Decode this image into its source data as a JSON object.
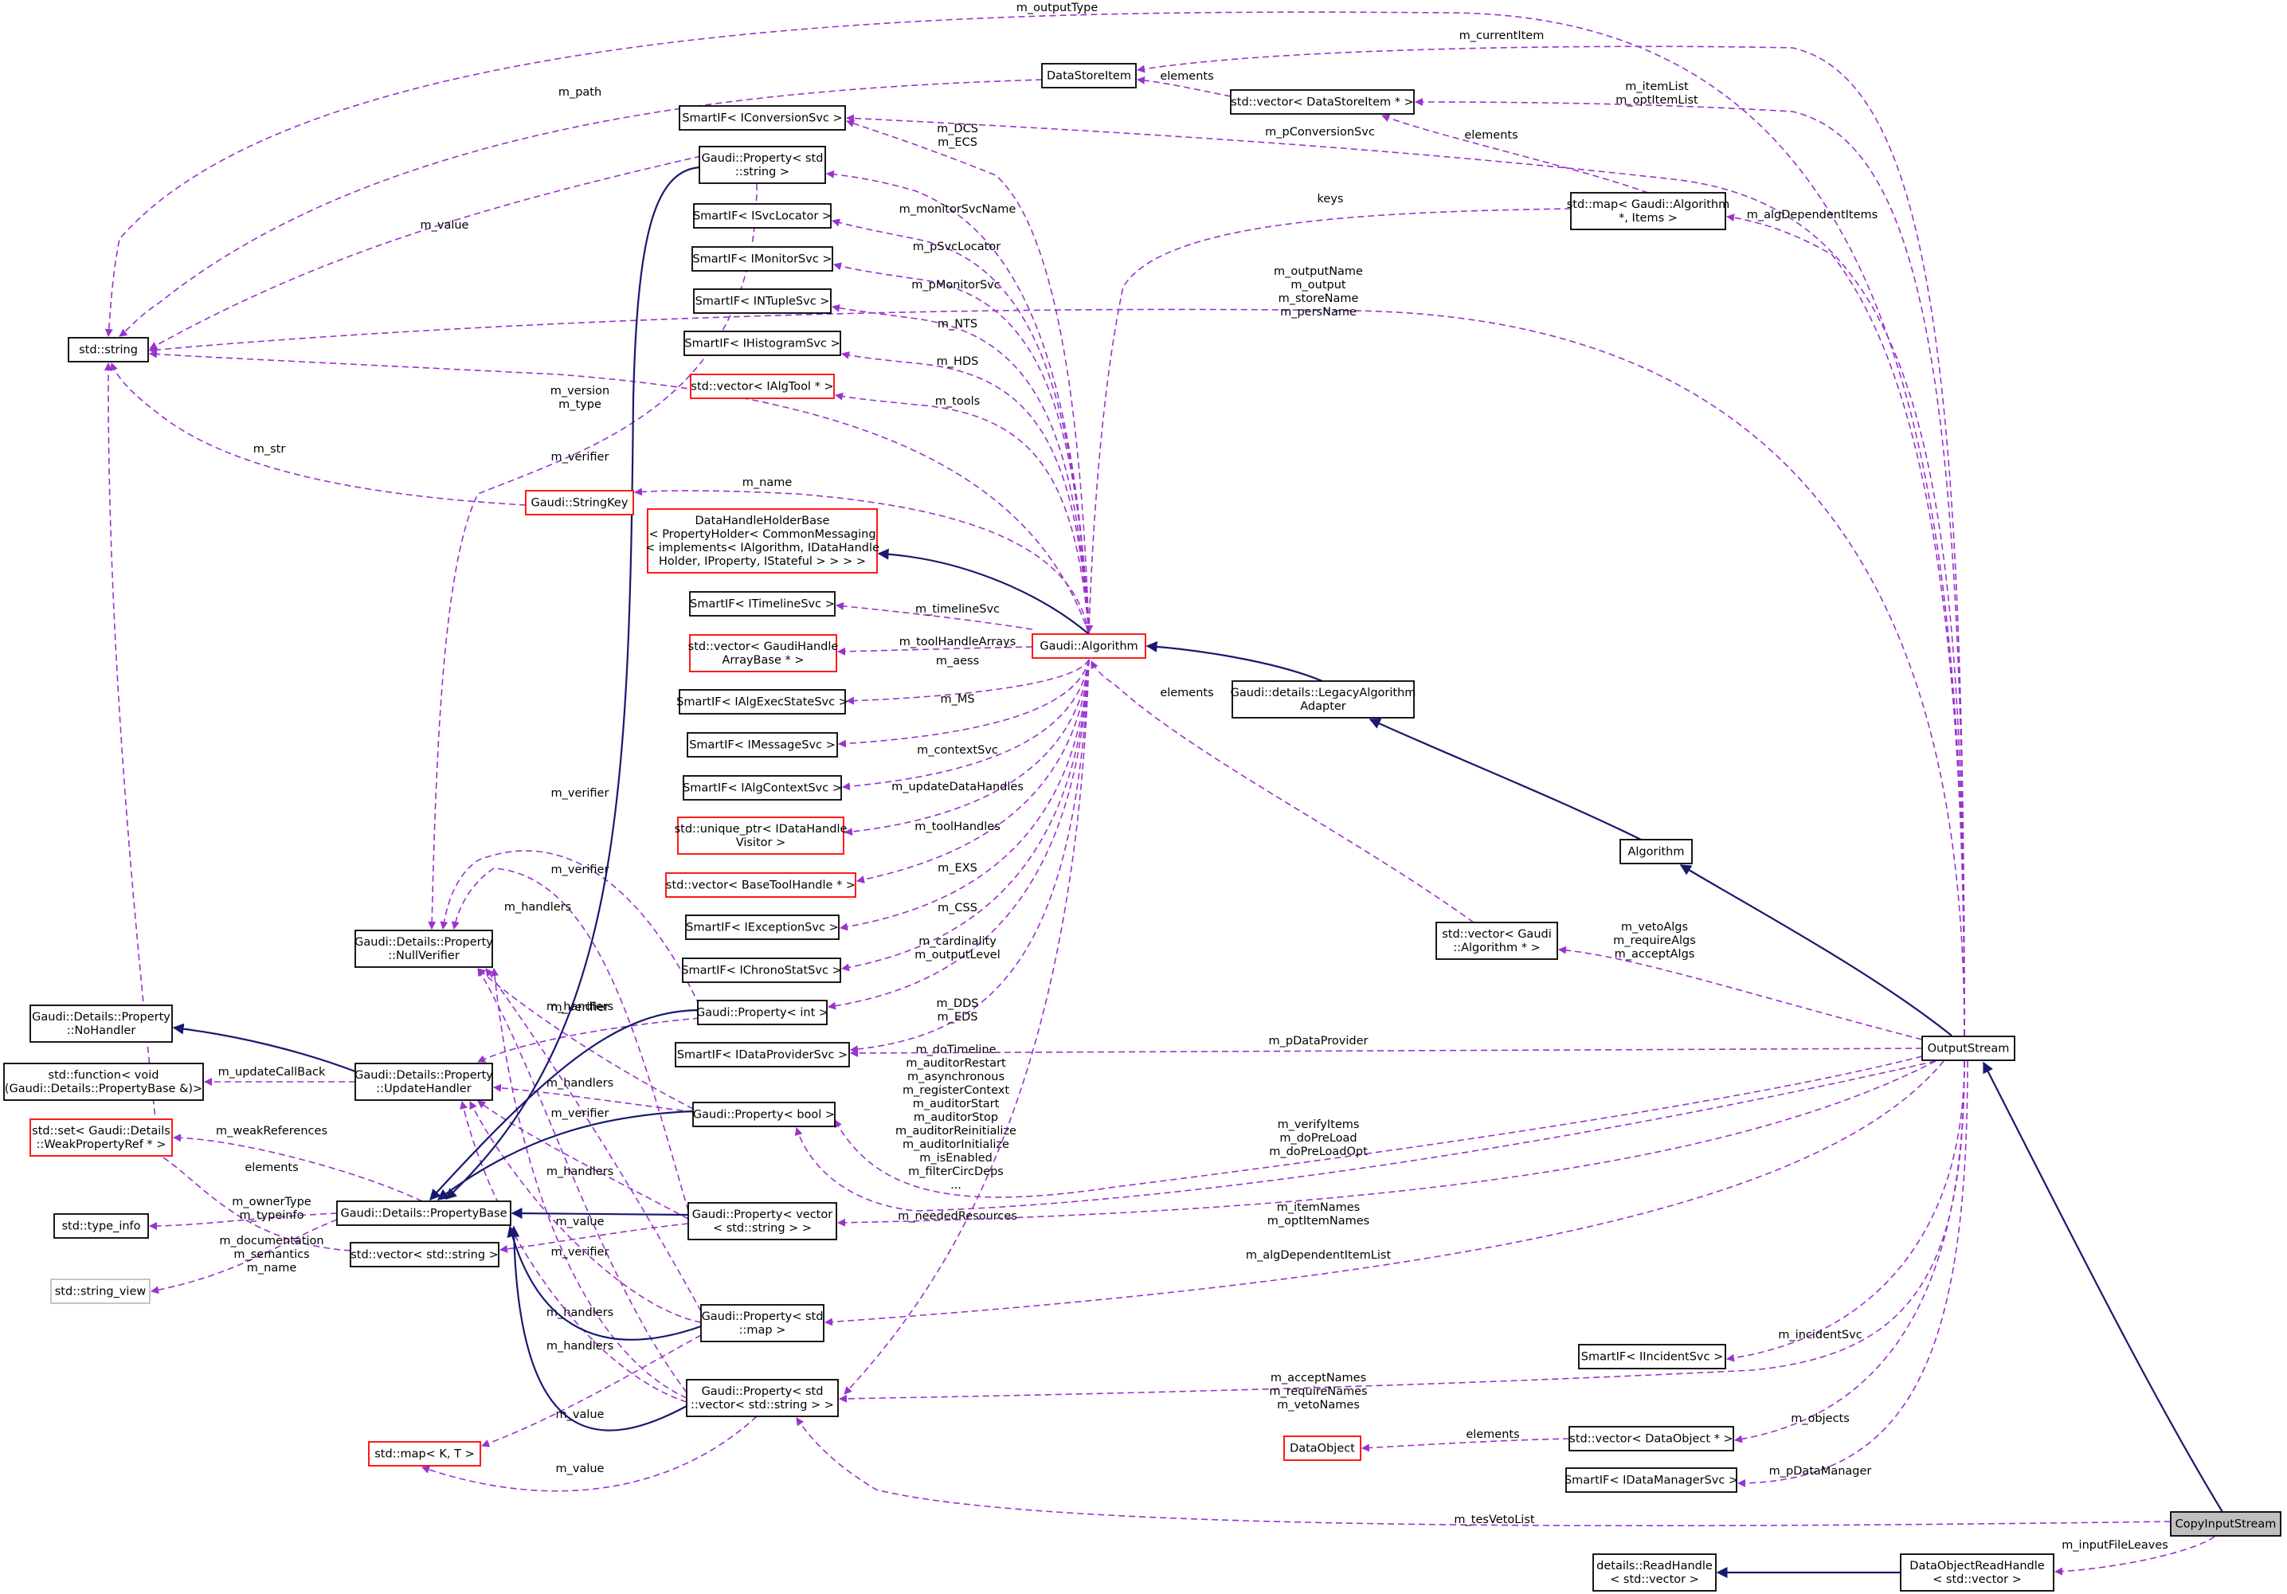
{
  "nodes": {
    "std_string": {
      "label": [
        "std::string"
      ]
    },
    "DataStoreItem": {
      "label": [
        "DataStoreItem"
      ]
    },
    "SmartIF_IConversionSvc": {
      "label": [
        "SmartIF< IConversionSvc >"
      ]
    },
    "Prop_string": {
      "label": [
        "Gaudi::Property< std",
        "::string >"
      ]
    },
    "SmartIF_ISvcLocator": {
      "label": [
        "SmartIF< ISvcLocator >"
      ]
    },
    "SmartIF_IMonitorSvc": {
      "label": [
        "SmartIF< IMonitorSvc >"
      ]
    },
    "SmartIF_INTupleSvc": {
      "label": [
        "SmartIF< INTupleSvc >"
      ]
    },
    "SmartIF_IHistogramSvc": {
      "label": [
        "SmartIF< IHistogramSvc >"
      ]
    },
    "vec_IAlgTool": {
      "label": [
        "std::vector< IAlgTool * >"
      ]
    },
    "StringKey": {
      "label": [
        "Gaudi::StringKey"
      ]
    },
    "DataHandleHolderBase": {
      "label": [
        "DataHandleHolderBase",
        "< PropertyHolder< CommonMessaging",
        "< implements< IAlgorithm, IDataHandle",
        "Holder, IProperty, IStateful > > > >"
      ]
    },
    "SmartIF_ITimelineSvc": {
      "label": [
        "SmartIF< ITimelineSvc >"
      ]
    },
    "vec_GaudiHandleArrayBase": {
      "label": [
        "std::vector< GaudiHandle",
        "ArrayBase * >"
      ]
    },
    "SmartIF_IAlgExecStateSvc": {
      "label": [
        "SmartIF< IAlgExecStateSvc >"
      ]
    },
    "SmartIF_IMessageSvc": {
      "label": [
        "SmartIF< IMessageSvc >"
      ]
    },
    "SmartIF_IAlgContextSvc": {
      "label": [
        "SmartIF< IAlgContextSvc >"
      ]
    },
    "unique_ptr_IDataHandleVisitor": {
      "label": [
        "std::unique_ptr< IDataHandle",
        "Visitor >"
      ]
    },
    "vec_BaseToolHandle": {
      "label": [
        "std::vector< BaseToolHandle * >"
      ]
    },
    "SmartIF_IExceptionSvc": {
      "label": [
        "SmartIF< IExceptionSvc >"
      ]
    },
    "SmartIF_IChronoStatSvc": {
      "label": [
        "SmartIF< IChronoStatSvc >"
      ]
    },
    "Prop_int": {
      "label": [
        "Gaudi::Property< int >"
      ]
    },
    "SmartIF_IDataProviderSvc": {
      "label": [
        "SmartIF< IDataProviderSvc >"
      ]
    },
    "Prop_bool": {
      "label": [
        "Gaudi::Property< bool >"
      ]
    },
    "Prop_vector_string": {
      "label": [
        "Gaudi::Property< vector",
        "< std::string > >"
      ]
    },
    "Prop_map": {
      "label": [
        "Gaudi::Property< std",
        "::map >"
      ]
    },
    "Prop_vector_vector_string": {
      "label": [
        "Gaudi::Property< std",
        "::vector< std::string > >"
      ]
    },
    "NullVerifier": {
      "label": [
        "Gaudi::Details::Property",
        "::NullVerifier"
      ]
    },
    "NoHandler": {
      "label": [
        "Gaudi::Details::Property",
        "::NoHandler"
      ]
    },
    "std_function": {
      "label": [
        "std::function< void",
        "(Gaudi::Details::PropertyBase &)>"
      ]
    },
    "UpdateHandler": {
      "label": [
        "Gaudi::Details::Property",
        "::UpdateHandler"
      ]
    },
    "set_WeakPropertyRef": {
      "label": [
        "std::set< Gaudi::Details",
        "::WeakPropertyRef * >"
      ]
    },
    "std_type_info": {
      "label": [
        "std::type_info"
      ]
    },
    "PropertyBase": {
      "label": [
        "Gaudi::Details::PropertyBase"
      ]
    },
    "std_string_view": {
      "label": [
        "std::string_view"
      ]
    },
    "vec_std_string": {
      "label": [
        "std::vector< std::string >"
      ]
    },
    "std_map_KT": {
      "label": [
        "std::map< K, T >"
      ]
    },
    "Gaudi_Algorithm": {
      "label": [
        "Gaudi::Algorithm"
      ]
    },
    "LegacyAlgorithmAdapter": {
      "label": [
        "Gaudi::details::LegacyAlgorithm",
        "Adapter"
      ]
    },
    "Algorithm": {
      "label": [
        "Algorithm"
      ]
    },
    "vec_DataStoreItem": {
      "label": [
        "std::vector< DataStoreItem * >"
      ]
    },
    "map_Algorithm_Items": {
      "label": [
        "std::map< Gaudi::Algorithm",
        "*, Items >"
      ]
    },
    "vec_GaudiAlgorithm": {
      "label": [
        "std::vector< Gaudi",
        "::Algorithm * >"
      ]
    },
    "OutputStream": {
      "label": [
        "OutputStream"
      ]
    },
    "SmartIF_IIncidentSvc": {
      "label": [
        "SmartIF< IIncidentSvc >"
      ]
    },
    "DataObject": {
      "label": [
        "DataObject"
      ]
    },
    "vec_DataObject": {
      "label": [
        "std::vector< DataObject * >"
      ]
    },
    "SmartIF_IDataManagerSvc": {
      "label": [
        "SmartIF< IDataManagerSvc >"
      ]
    },
    "CopyInputStream": {
      "label": [
        "CopyInputStream"
      ]
    },
    "ReadHandle": {
      "label": [
        "details::ReadHandle",
        "< std::vector >"
      ]
    },
    "DataObjectReadHandle": {
      "label": [
        "DataObjectReadHandle",
        "< std::vector >"
      ]
    }
  },
  "edges": [
    {
      "label": [
        "m_outputType"
      ]
    },
    {
      "label": [
        "m_currentItem"
      ]
    },
    {
      "label": [
        "elements"
      ]
    },
    {
      "label": [
        "m_itemList",
        "m_optItemList"
      ]
    },
    {
      "label": [
        "m_path"
      ]
    },
    {
      "label": [
        "m_DCS",
        "m_ECS"
      ]
    },
    {
      "label": [
        "m_pConversionSvc"
      ]
    },
    {
      "label": [
        "elements"
      ]
    },
    {
      "label": [
        "m_value"
      ]
    },
    {
      "label": [
        "m_monitorSvcName"
      ]
    },
    {
      "label": [
        "keys"
      ]
    },
    {
      "label": [
        "m_algDependentItems"
      ]
    },
    {
      "label": [
        "m_pSvcLocator"
      ]
    },
    {
      "label": [
        "m_pMonitorSvc"
      ]
    },
    {
      "label": [
        "m_NTS"
      ]
    },
    {
      "label": [
        "m_HDS"
      ]
    },
    {
      "label": [
        "m_tools"
      ]
    },
    {
      "label": [
        "m_outputName",
        "m_output",
        "m_storeName",
        "m_persName"
      ]
    },
    {
      "label": [
        "m_version",
        "m_type"
      ]
    },
    {
      "label": [
        "m_str"
      ]
    },
    {
      "label": [
        "m_verifier"
      ]
    },
    {
      "label": [
        "m_name"
      ]
    },
    {
      "label": [
        "m_timelineSvc"
      ]
    },
    {
      "label": [
        "m_toolHandleArrays"
      ]
    },
    {
      "label": [
        "m_aess"
      ]
    },
    {
      "label": [
        "m_MS"
      ]
    },
    {
      "label": [
        "m_contextSvc"
      ]
    },
    {
      "label": [
        "m_updateDataHandles"
      ]
    },
    {
      "label": [
        "m_toolHandles"
      ]
    },
    {
      "label": [
        "m_EXS"
      ]
    },
    {
      "label": [
        "m_CSS"
      ]
    },
    {
      "label": [
        "m_cardinality",
        "m_outputLevel"
      ]
    },
    {
      "label": [
        "m_DDS",
        "m_EDS"
      ]
    },
    {
      "label": [
        "elements"
      ]
    },
    {
      "label": [
        "m_verifier"
      ]
    },
    {
      "label": [
        "m_verifier"
      ]
    },
    {
      "label": [
        "m_handlers"
      ]
    },
    {
      "label": [
        "m_handlers"
      ]
    },
    {
      "label": [
        "m_verifier"
      ]
    },
    {
      "label": [
        "m_updateCallBack"
      ]
    },
    {
      "label": [
        "m_handlers"
      ]
    },
    {
      "label": [
        "m_verifier"
      ]
    },
    {
      "label": [
        "m_weakReferences"
      ]
    },
    {
      "label": [
        "elements"
      ]
    },
    {
      "label": [
        "m_handlers"
      ]
    },
    {
      "label": [
        "m_ownerType",
        "m_typeinfo"
      ]
    },
    {
      "label": [
        "m_documentation",
        "m_semantics",
        "m_name"
      ]
    },
    {
      "label": [
        "m_value"
      ]
    },
    {
      "label": [
        "m_verifier"
      ]
    },
    {
      "label": [
        "m_handlers"
      ]
    },
    {
      "label": [
        "m_handlers"
      ]
    },
    {
      "label": [
        "m_value"
      ]
    },
    {
      "label": [
        "m_value"
      ]
    },
    {
      "label": [
        "m_doTimeline",
        "m_auditorRestart",
        "m_asynchronous",
        "m_registerContext",
        "m_auditorStart",
        "m_auditorStop",
        "m_auditorReinitialize",
        "m_auditorInitialize",
        "m_isEnabled",
        "m_filterCircDeps",
        "..."
      ]
    },
    {
      "label": [
        "m_neededResources"
      ]
    },
    {
      "label": [
        "m_pDataProvider"
      ]
    },
    {
      "label": [
        "m_verifyItems",
        "m_doPreLoad",
        "m_doPreLoadOpt"
      ]
    },
    {
      "label": [
        "m_itemNames",
        "m_optItemNames"
      ]
    },
    {
      "label": [
        "m_algDependentItemList"
      ]
    },
    {
      "label": [
        "m_vetoAlgs",
        "m_requireAlgs",
        "m_acceptAlgs"
      ]
    },
    {
      "label": [
        "m_acceptNames",
        "m_requireNames",
        "m_vetoNames"
      ]
    },
    {
      "label": [
        "m_incidentSvc"
      ]
    },
    {
      "label": [
        "m_objects"
      ]
    },
    {
      "label": [
        "elements"
      ]
    },
    {
      "label": [
        "m_pDataManager"
      ]
    },
    {
      "label": [
        "m_tesVetoList"
      ]
    },
    {
      "label": [
        "m_inputFileLeaves"
      ]
    }
  ]
}
